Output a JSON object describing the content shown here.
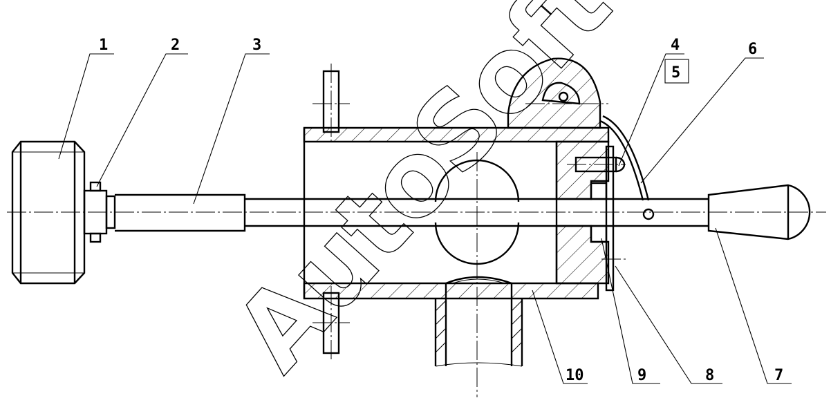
{
  "callouts": [
    {
      "id": "1",
      "text": "1"
    },
    {
      "id": "2",
      "text": "2"
    },
    {
      "id": "3",
      "text": "3"
    },
    {
      "id": "4",
      "text": "4"
    },
    {
      "id": "5",
      "text": "5"
    },
    {
      "id": "6",
      "text": "6"
    },
    {
      "id": "7",
      "text": "7"
    },
    {
      "id": "8",
      "text": "8"
    },
    {
      "id": "9",
      "text": "9"
    },
    {
      "id": "10",
      "text": "10"
    }
  ],
  "watermark": "AutoSoft",
  "colors": {
    "line": "#000000",
    "background": "#ffffff"
  }
}
